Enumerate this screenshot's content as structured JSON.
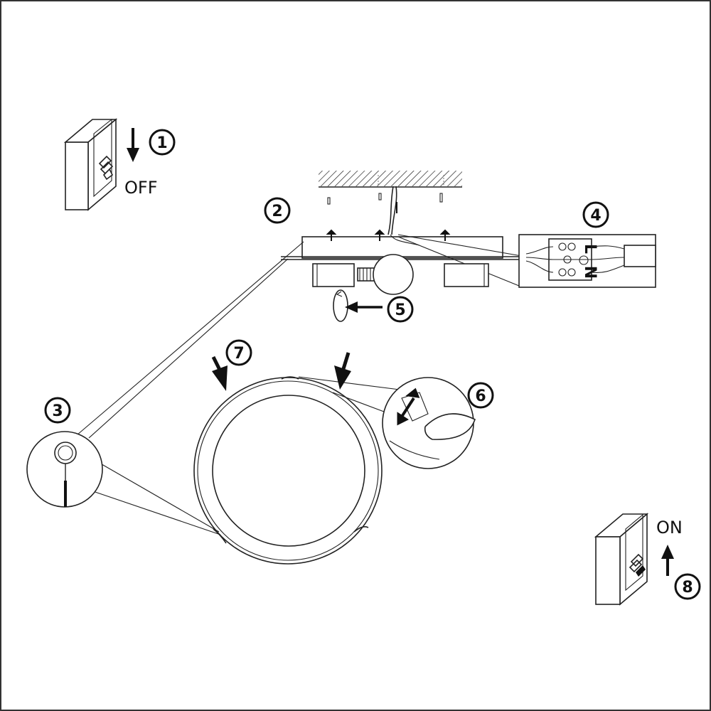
{
  "labels": {
    "off": "OFF",
    "on": "ON"
  },
  "steps": [
    {
      "id": "step-1",
      "text": "1"
    },
    {
      "id": "step-2",
      "text": "2"
    },
    {
      "id": "step-3",
      "text": "3"
    },
    {
      "id": "step-4",
      "text": "4"
    },
    {
      "id": "step-5",
      "text": "5"
    },
    {
      "id": "step-6",
      "text": "6"
    },
    {
      "id": "step-7",
      "text": "7"
    },
    {
      "id": "step-8",
      "text": "8"
    }
  ],
  "terminal_block": {
    "live": "L",
    "neutral": "N"
  }
}
